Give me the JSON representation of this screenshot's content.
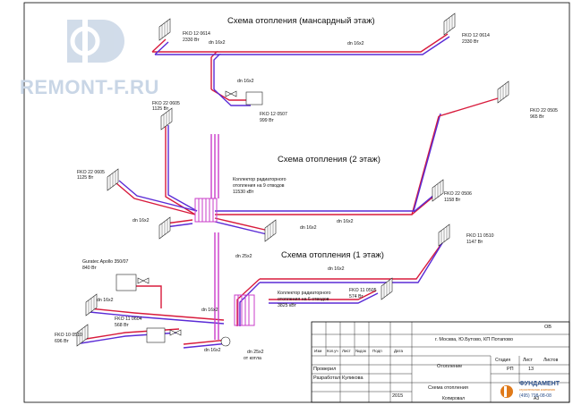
{
  "watermark": {
    "text": "REMONT-F.RU"
  },
  "titles": {
    "attic": "Схема отопления (мансардный этаж)",
    "floor2": "Схема отопления (2 этаж)",
    "floor1": "Схема отопления (1 этаж)"
  },
  "radiators": [
    {
      "model": "FKO 12 0614",
      "power": "2330 Вт"
    },
    {
      "model": "FKO 12 0614",
      "power": "2330 Вт"
    },
    {
      "model": "FKO 12 0507",
      "power": "999 Вт"
    },
    {
      "model": "FKO 22 0605",
      "power": "1125 Вт"
    },
    {
      "model": "FKO 22 0505",
      "power": "965 Вт"
    },
    {
      "model": "FKO 22 0605",
      "power": "1125 Вт"
    },
    {
      "model": "FKO 22 0506",
      "power": "1158 Вт"
    },
    {
      "model": "FKO 11 0510",
      "power": "1147 Вт"
    },
    {
      "model": "FKO 11 0505",
      "power": "574 Вт"
    },
    {
      "model": "FKO 11 0604",
      "power": "568 Вт"
    },
    {
      "model": "FKO 10 0510",
      "power": "696 Вт"
    }
  ],
  "boiler": {
    "model": "Guratec Apollo 350/07",
    "power": "840 Вт"
  },
  "collectors": {
    "floor2": {
      "line1": "Коллектор радиаторного",
      "line2": "отопления на 9 отводов",
      "line3": "11530 кВт"
    },
    "floor1": {
      "line1": "Коллектор радиаторного",
      "line2": "отопления на 6 отводов",
      "line3": "3825 кВт"
    }
  },
  "pipes": {
    "dn16x2": "dn 16x2",
    "dn25x2": "dn 25x2",
    "from_boiler": "от котла"
  },
  "stamp": {
    "doc_code": "ОВ",
    "address": "г. Москва, Ю.Бутово, КП Потапово",
    "col_headers": [
      "Изм",
      "Кол.уч",
      "Лист",
      "№док",
      "Подп",
      "Дата"
    ],
    "checked_label": "Проверил",
    "developed_label": "Разработал",
    "developer": "Куликова",
    "year": "2015",
    "section": "Отопление",
    "sheet_title": "Схема отопления",
    "stage_label": "Стадия",
    "sheet_label": "Лист",
    "sheets_label": "Листов",
    "stage": "РП",
    "sheet": "13",
    "copied": "Копировал",
    "format": "А3"
  },
  "brand": {
    "name": "ФУНДАМЕНТ",
    "sub": "строительная компания",
    "phone": "(495) 798-08-08"
  },
  "colors": {
    "supply": "#d81b3c",
    "return": "#5a2bd6",
    "collector": "#c93cc9",
    "frame": "#000000"
  }
}
